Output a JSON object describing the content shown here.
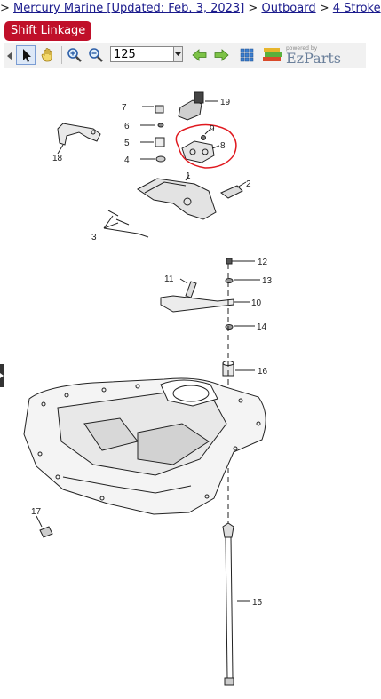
{
  "breadcrumb": {
    "start_sep": ">",
    "items": [
      {
        "label": "Mercury Marine [Updated: Feb. 3, 2023]"
      },
      {
        "label": "Outboard"
      },
      {
        "label": "4 Stroke"
      }
    ],
    "separator": ">"
  },
  "page_title": "Shift Linkage",
  "toolbar": {
    "zoom_value": "125",
    "icons": [
      "arrow-left-icon",
      "select-pointer-icon",
      "pan-hand-icon",
      "zoom-in-icon",
      "zoom-out-icon",
      "prev-arrow-icon",
      "next-arrow-icon",
      "grid-view-icon"
    ],
    "powered_by": "powered by",
    "brand": "EzParts"
  },
  "diagram": {
    "callouts": [
      "1",
      "2",
      "3",
      "4",
      "5",
      "6",
      "7",
      "8",
      "9",
      "10",
      "11",
      "12",
      "13",
      "14",
      "15",
      "16",
      "17",
      "18",
      "19"
    ],
    "highlight_color": "#e0191f"
  }
}
